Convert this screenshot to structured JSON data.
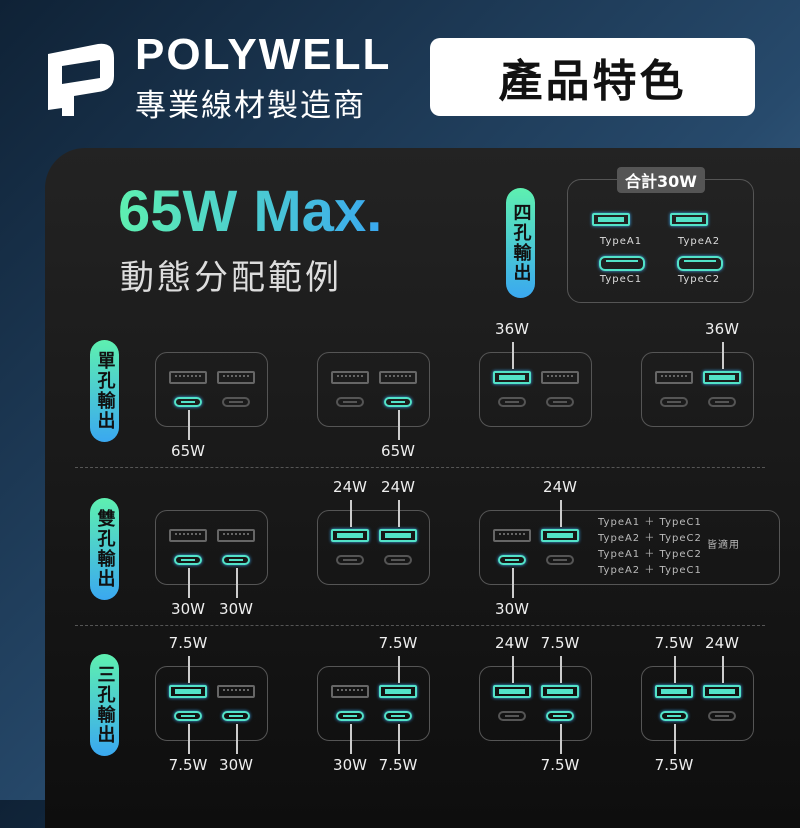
{
  "header": {
    "brand": "POLYWELL",
    "tagline": "專業線材製造商",
    "feature_label": "產品特色"
  },
  "hero": {
    "title": "65W Max.",
    "subtitle": "動態分配範例"
  },
  "four_port": {
    "side_label": "四孔輸出",
    "total": "合計30W",
    "ports": [
      "TypeA1",
      "TypeA2",
      "TypeC1",
      "TypeC2"
    ]
  },
  "rows": [
    {
      "side_label": "單孔輸出",
      "panels": [
        {
          "active": [
            "C1"
          ],
          "labels": {
            "C1": "65W"
          }
        },
        {
          "active": [
            "C2"
          ],
          "labels": {
            "C2": "65W"
          }
        },
        {
          "active": [
            "A1"
          ],
          "labels": {
            "A1": "36W"
          }
        },
        {
          "active": [
            "A2"
          ],
          "labels": {
            "A2": "36W"
          }
        }
      ]
    },
    {
      "side_label": "雙孔輸出",
      "panels": [
        {
          "active": [
            "C1",
            "C2"
          ],
          "labels": {
            "C1": "30W",
            "C2": "30W"
          }
        },
        {
          "active": [
            "A1",
            "A2"
          ],
          "labels": {
            "A1": "24W",
            "A2": "24W"
          }
        },
        {
          "active": [
            "A2",
            "C1"
          ],
          "labels": {
            "A2": "24W",
            "C1": "30W"
          },
          "combos": [
            "TypeA1 ＋ TypeC1",
            "TypeA2 ＋ TypeC2",
            "TypeA1 ＋ TypeC2",
            "TypeA2 ＋ TypeC1"
          ],
          "combo_note": "皆適用"
        }
      ]
    },
    {
      "side_label": "三孔輸出",
      "panels": [
        {
          "active": [
            "A1",
            "C1",
            "C2"
          ],
          "labels": {
            "A1": "7.5W",
            "C1": "7.5W",
            "C2": "30W"
          }
        },
        {
          "active": [
            "A2",
            "C1",
            "C2"
          ],
          "labels": {
            "A2": "7.5W",
            "C1": "30W",
            "C2": "7.5W"
          }
        },
        {
          "active": [
            "A1",
            "A2",
            "C2"
          ],
          "labels": {
            "A1": "24W",
            "A2": "7.5W",
            "C2": "7.5W"
          }
        },
        {
          "active": [
            "A1",
            "A2",
            "C1"
          ],
          "labels": {
            "A1": "7.5W",
            "A2": "24W",
            "C1": "7.5W"
          }
        }
      ]
    }
  ],
  "colors": {
    "accent_start": "#5ef0b0",
    "accent_end": "#3aa8f0",
    "card": "#1a1a1a"
  }
}
